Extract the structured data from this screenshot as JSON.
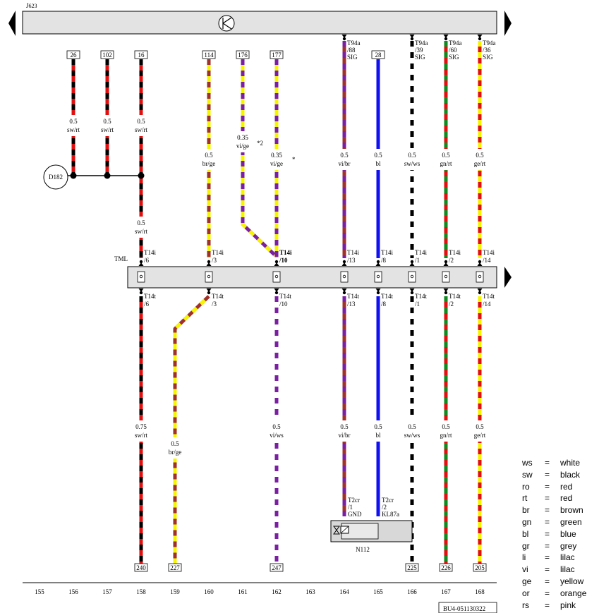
{
  "header": {
    "component": "J623",
    "component_sub": "623",
    "component_prefix": "J"
  },
  "connector_bar": {
    "name": "TML"
  },
  "grounds": {
    "d182": "D182"
  },
  "component_n112": {
    "label": "N112"
  },
  "wires": [
    {
      "id": "w26",
      "top_ref": "26",
      "gauge": "0.5",
      "color_code": "sw/rt",
      "colors": [
        "#000000",
        "#e01010"
      ]
    },
    {
      "id": "w102",
      "top_ref": "102",
      "gauge": "0.5",
      "color_code": "sw/rt",
      "colors": [
        "#000000",
        "#e01010"
      ]
    },
    {
      "id": "w16",
      "top_ref": "16",
      "gauge": "0.5",
      "color_code": "sw/rt",
      "colors": [
        "#000000",
        "#e01010"
      ],
      "gauge2": "0.5",
      "color_code2": "sw/rt",
      "pin_top": "T14i",
      "pin_top_num": "/6",
      "pin_bot": "T14t",
      "pin_bot_num": "/6",
      "bottom_gauge": "0.75",
      "bottom_color_code": "sw/rt",
      "bottom_ref": "240"
    },
    {
      "id": "w114",
      "top_ref": "114",
      "gauge": "0.5",
      "color_code": "br/ge",
      "colors": [
        "#a0302a",
        "#f5f500"
      ],
      "pin_top": "T14i",
      "pin_top_num": "/3",
      "pin_bot": "T14t",
      "pin_bot_num": "/3",
      "bottom_gauge": "0.5",
      "bottom_color_code": "br/ge",
      "bottom_ref": "227"
    },
    {
      "id": "w176",
      "top_ref": "176",
      "gauge": "0.35",
      "color_code": "vi/ge",
      "colors": [
        "#7a1fa2",
        "#f5f500"
      ],
      "note": "*2"
    },
    {
      "id": "w177",
      "top_ref": "177",
      "gauge": "0.35",
      "color_code": "vi/ge",
      "colors": [
        "#7a1fa2",
        "#f5f500"
      ],
      "note": "*",
      "pin_top": "T14i",
      "pin_top_num": "/10",
      "pin_bot": "T14t",
      "pin_bot_num": "/10",
      "bottom_gauge": "0.5",
      "bottom_color_code": "vi/ws",
      "bottom_ref": "247"
    },
    {
      "id": "wT88",
      "conn": "T94a",
      "conn_num": "/88",
      "conn_sig": "SIG",
      "gauge": "0.5",
      "color_code": "vi/br",
      "colors": [
        "#7a1fa2",
        "#a0302a"
      ],
      "pin_top": "T14i",
      "pin_top_num": "/13",
      "pin_bot": "T14t",
      "pin_bot_num": "/13",
      "bottom_gauge": "0.5",
      "bottom_color_code": "vi/br",
      "end_pin": "T2cr",
      "end_pin_num": "/1",
      "end_pin_sig": "GND"
    },
    {
      "id": "w28",
      "top_ref": "28",
      "gauge": "0.5",
      "color_code": "bl",
      "colors": [
        "#1010f0",
        "#1010f0"
      ],
      "pin_top": "T14i",
      "pin_top_num": "/8",
      "pin_bot": "T14t",
      "pin_bot_num": "/8",
      "bottom_gauge": "0.5",
      "bottom_color_code": "bl",
      "end_pin": "T2cr",
      "end_pin_num": "/2",
      "end_pin_sig": "KL87a"
    },
    {
      "id": "wT39",
      "conn": "T94a",
      "conn_num": "/39",
      "conn_sig": "SIG",
      "gauge": "0.5",
      "color_code": "sw/ws",
      "colors": [
        "#000000",
        "#ffffff"
      ],
      "pin_top": "T14i",
      "pin_top_num": "/1",
      "pin_bot": "T14t",
      "pin_bot_num": "/1",
      "bottom_gauge": "0.5",
      "bottom_color_code": "sw/ws",
      "bottom_ref": "225"
    },
    {
      "id": "wT60",
      "conn": "T94a",
      "conn_num": "/60",
      "conn_sig": "SIG",
      "gauge": "0.5",
      "color_code": "gn/rt",
      "colors": [
        "#108a20",
        "#e01010"
      ],
      "pin_top": "T14i",
      "pin_top_num": "/2",
      "pin_bot": "T14t",
      "pin_bot_num": "/2",
      "bottom_gauge": "0.5",
      "bottom_color_code": "gn/rt",
      "bottom_ref": "226"
    },
    {
      "id": "wT36",
      "conn": "T94a",
      "conn_num": "/36",
      "conn_sig": "SIG",
      "gauge": "0.5",
      "color_code": "ge/rt",
      "colors": [
        "#f5f500",
        "#e01010"
      ],
      "pin_top": "T14i",
      "pin_top_num": "/14",
      "pin_bot": "T14t",
      "pin_bot_num": "/14",
      "bottom_gauge": "0.5",
      "bottom_color_code": "ge/rt",
      "bottom_ref": "205"
    }
  ],
  "footer": {
    "columns": [
      "155",
      "156",
      "157",
      "158",
      "159",
      "160",
      "161",
      "162",
      "163",
      "164",
      "165",
      "166",
      "167",
      "168"
    ],
    "doc_id": "BU4-051130322"
  },
  "legend": [
    {
      "abbr": "ws",
      "eq": "=",
      "name": "white"
    },
    {
      "abbr": "sw",
      "eq": "=",
      "name": "black"
    },
    {
      "abbr": "ro",
      "eq": "=",
      "name": "red"
    },
    {
      "abbr": "rt",
      "eq": "=",
      "name": "red"
    },
    {
      "abbr": "br",
      "eq": "=",
      "name": "brown"
    },
    {
      "abbr": "gn",
      "eq": "=",
      "name": "green"
    },
    {
      "abbr": "bl",
      "eq": "=",
      "name": "blue"
    },
    {
      "abbr": "gr",
      "eq": "=",
      "name": "grey"
    },
    {
      "abbr": "li",
      "eq": "=",
      "name": "lilac"
    },
    {
      "abbr": "vi",
      "eq": "=",
      "name": "lilac"
    },
    {
      "abbr": "ge",
      "eq": "=",
      "name": "yellow"
    },
    {
      "abbr": "or",
      "eq": "=",
      "name": "orange"
    },
    {
      "abbr": "rs",
      "eq": "=",
      "name": "pink"
    }
  ]
}
